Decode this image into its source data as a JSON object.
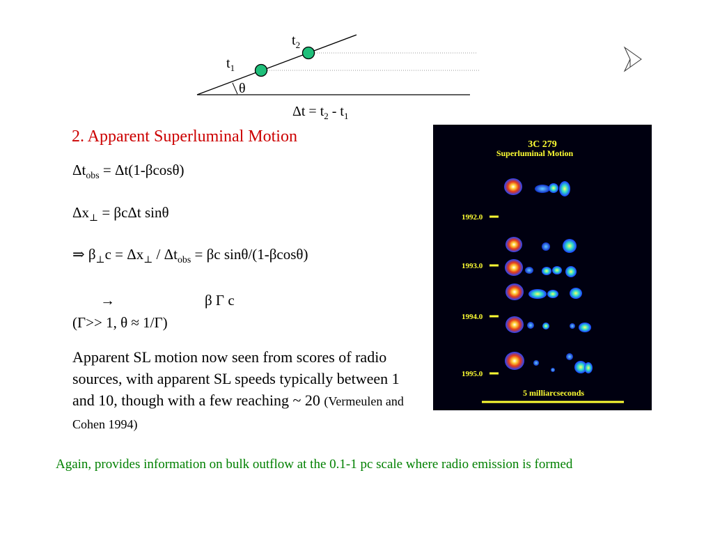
{
  "diagram": {
    "t1": "t",
    "t1_sub": "1",
    "t2": "t",
    "t2_sub": "2",
    "theta": "θ",
    "dt_eq": {
      "pre": "Δt = t",
      "sub_a": "2",
      "mid": " - t",
      "sub_b": "1"
    },
    "colors": {
      "dot_fill": "#1fbf7a",
      "line": "#000000",
      "dotted": "#999999"
    }
  },
  "nav": {
    "icon": "play-next-icon"
  },
  "section_title": "2. Apparent Superluminal Motion",
  "eq1": {
    "a": "Δt",
    "a_sub": "obs",
    "b": " =  Δt(1-βcosθ)"
  },
  "eq2": {
    "a": "Δx",
    "a_sub": "⊥",
    "b": " =  βcΔt sinθ"
  },
  "eq3": {
    "a": "⇒ β",
    "a_sub": "⊥",
    "b": "c = Δx",
    "b_sub": "⊥",
    "c": " / Δt",
    "c_sub": "obs",
    "d": " = βc sinθ/(1-βcosθ)"
  },
  "eq4": {
    "arrow": "→",
    "rhs": "β Γ c"
  },
  "eq5": "(Γ>> 1, θ ≈ 1/Γ)",
  "paragraph": {
    "text": "Apparent SL motion now seen from scores of radio sources, with apparent SL speeds typically between 1 and 10, though with a few reaching ~ 20 ",
    "citation": "(Vermeulen and Cohen 1994)"
  },
  "footer": "Again, provides information on bulk outflow at the 0.1-1 pc scale where radio emission is formed",
  "radio_image": {
    "title": "3C 279",
    "subtitle": "Superluminal Motion",
    "epochs": [
      "1992.0",
      "1993.0",
      "1994.0",
      "1995.0"
    ],
    "scale_label": "5 milliarcseconds",
    "colors": {
      "bg": "#000010",
      "text": "#ffff33",
      "core": "#e23a1a",
      "blob": "#1a5cff"
    }
  }
}
